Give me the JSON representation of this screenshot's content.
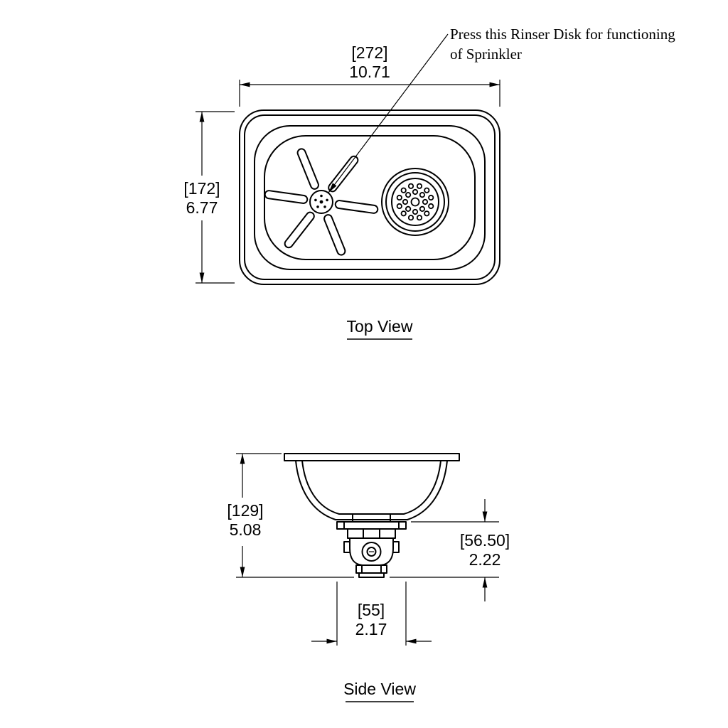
{
  "colors": {
    "line": "#000000",
    "background": "#ffffff"
  },
  "annotation": {
    "line1": "Press this Rinser Disk for functioning",
    "line2": "of Sprinkler"
  },
  "top_view": {
    "label": "Top View",
    "width_mm": "[272]",
    "width_in": "10.71",
    "height_mm": "[172]",
    "height_in": "6.77"
  },
  "side_view": {
    "label": "Side View",
    "overall_height_mm": "[129]",
    "overall_height_in": "5.08",
    "drain_height_mm": "[56.50]",
    "drain_height_in": "2.22",
    "drain_width_mm": "[55]",
    "drain_width_in": "2.17"
  }
}
